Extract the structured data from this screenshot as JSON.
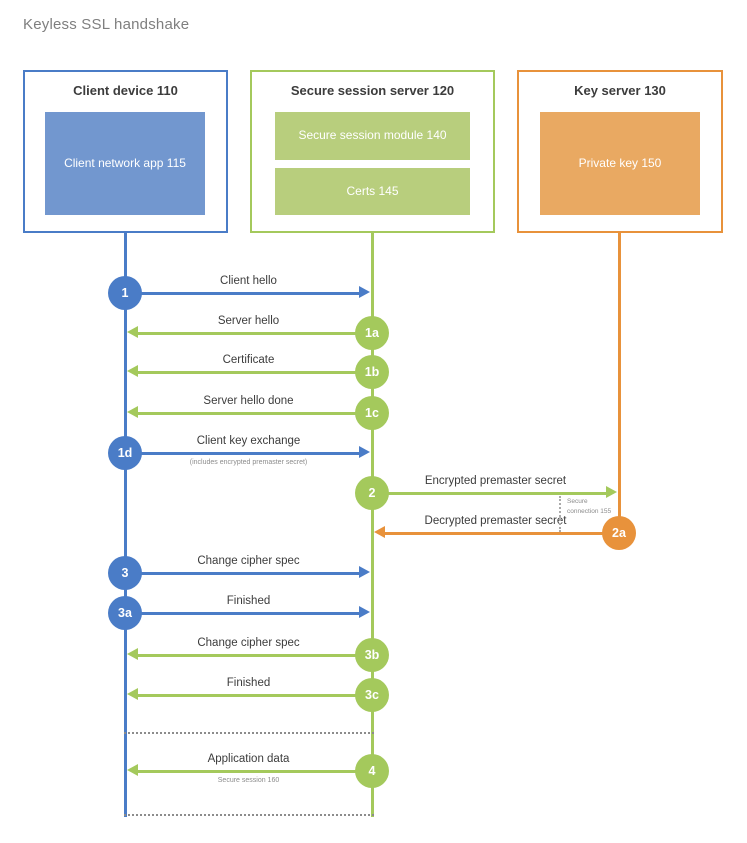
{
  "title": "Keyless SSL handshake",
  "colors": {
    "blue": "#4a7cc7",
    "blue_fill": "#7297cf",
    "green": "#a4c95c",
    "green_fill": "#b8ce7d",
    "orange": "#e8923b",
    "orange_fill": "#e9a962"
  },
  "actors": [
    {
      "id": "client",
      "title": "Client device 110",
      "color": "blue",
      "components": [
        "Client network app 115"
      ]
    },
    {
      "id": "server",
      "title": "Secure session server 120",
      "color": "green",
      "components": [
        "Secure session module 140",
        "Certs 145"
      ]
    },
    {
      "id": "key",
      "title": "Key server 130",
      "color": "orange",
      "components": [
        "Private key 150"
      ]
    }
  ],
  "messages": [
    {
      "step": "1",
      "label": "Client hello",
      "from": "client",
      "to": "server",
      "color": "blue"
    },
    {
      "step": "1a",
      "label": "Server hello",
      "from": "server",
      "to": "client",
      "color": "green"
    },
    {
      "step": "1b",
      "label": "Certificate",
      "from": "server",
      "to": "client",
      "color": "green"
    },
    {
      "step": "1c",
      "label": "Server hello done",
      "from": "server",
      "to": "client",
      "color": "green"
    },
    {
      "step": "1d",
      "label": "Client key exchange",
      "sublabel": "(includes encrypted premaster secret)",
      "from": "client",
      "to": "server",
      "color": "blue"
    },
    {
      "step": "2",
      "label": "Encrypted premaster secret",
      "from": "server",
      "to": "key",
      "color": "green"
    },
    {
      "step": "2a",
      "label": "Decrypted premaster secret",
      "from": "key",
      "to": "server",
      "color": "orange"
    },
    {
      "step": "3",
      "label": "Change cipher spec",
      "from": "client",
      "to": "server",
      "color": "blue"
    },
    {
      "step": "3a",
      "label": "Finished",
      "from": "client",
      "to": "server",
      "color": "blue"
    },
    {
      "step": "3b",
      "label": "Change cipher spec",
      "from": "server",
      "to": "client",
      "color": "green"
    },
    {
      "step": "3c",
      "label": "Finished",
      "from": "server",
      "to": "client",
      "color": "green"
    },
    {
      "step": "4",
      "label": "Application data",
      "sublabel": "Secure session 160",
      "from": "server",
      "to": "client",
      "color": "green"
    }
  ],
  "annotations": {
    "secure_connection": "Secure connection 155"
  }
}
